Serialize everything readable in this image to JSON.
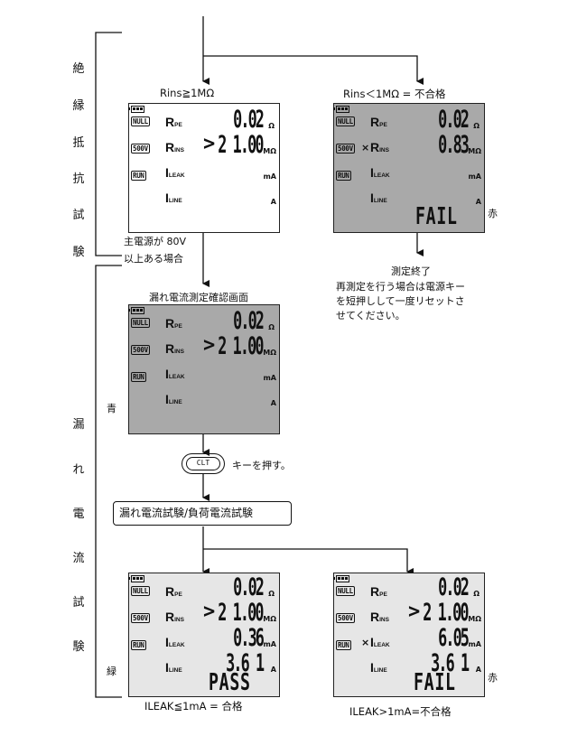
{
  "side_labels": {
    "insulation": [
      "絶",
      "縁",
      "抵",
      "抗",
      "試",
      "験"
    ],
    "leakage": [
      "漏",
      "れ",
      "電",
      "流",
      "試",
      "験"
    ]
  },
  "conditions": {
    "rins_pass": "Rins≧1MΩ",
    "rins_fail": "Rins＜1MΩ = 不合格",
    "ileak_pass": "ILEAK≦1mA = 合格",
    "ileak_fail": "ILEAK>1mA=不合格"
  },
  "notes": {
    "power_line1": "主電源が 80V",
    "power_line2": "以上ある場合",
    "confirm_screen": "漏れ電流測定確認画面",
    "end_title": "測定終了",
    "end_line1": "再測定を行う場合は電源キー",
    "end_line2": "を短押しして一度リセットさ",
    "end_line3": "せてください。",
    "press_key": "キーを押す。",
    "test_box": "漏れ電流試験/負荷電流試験"
  },
  "key_label": "CLT",
  "colors": {
    "blue_label": "青",
    "green_label": "緑",
    "red_label": "赤"
  },
  "lcd_common": {
    "null_tag": "NULL",
    "v500_tag": "500V",
    "run_tag": "RUN",
    "rpe_main": "R",
    "rpe_sub": "PE",
    "rins_main": "R",
    "rins_sub": "INS",
    "ileak_main": "I",
    "ileak_sub": "LEAK",
    "iline_main": "I",
    "iline_sub": "LINE",
    "unit_ohm": "Ω",
    "unit_mohm": "MΩ",
    "unit_ma": "mA",
    "unit_a": "A",
    "gt": ">",
    "x": "×"
  },
  "lcd1": {
    "rpe": "0.02",
    "rins": "2 1.00"
  },
  "lcd2": {
    "rpe": "0.02",
    "rins": "0.83",
    "result": "FAIL"
  },
  "lcd3": {
    "rpe": "0.02",
    "rins": "2 1.00"
  },
  "lcd4": {
    "rpe": "0.02",
    "rins": "2 1.00",
    "ileak": "0.36",
    "iline": "3.6 1",
    "result": "PASS"
  },
  "lcd5": {
    "rpe": "0.02",
    "rins": "2 1.00",
    "ileak": "6.05",
    "iline": "3.6 1",
    "result": "FAIL"
  }
}
